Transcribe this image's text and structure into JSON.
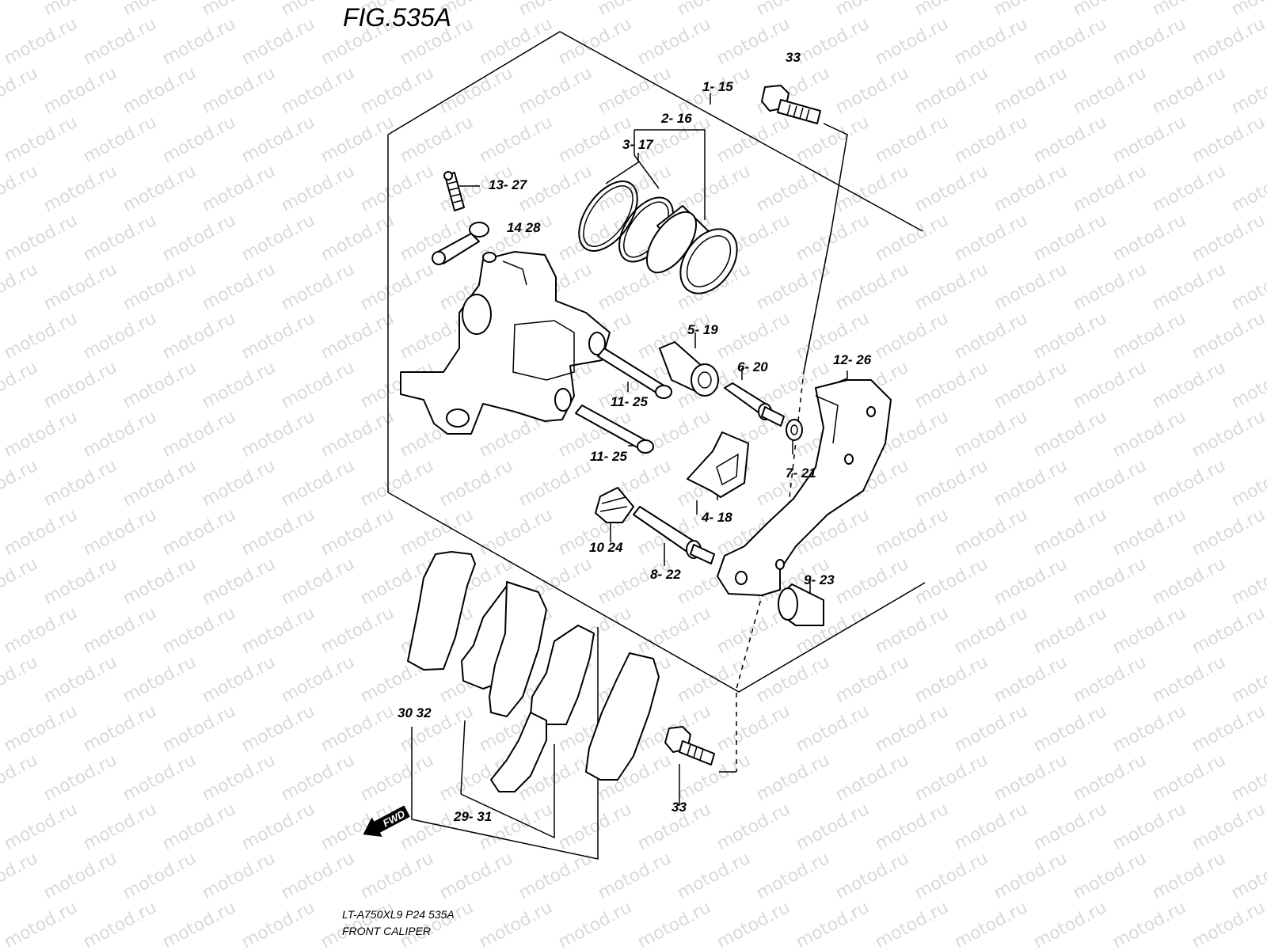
{
  "figure": {
    "title": "FIG.535A",
    "model_code": "LT-A750XL9  P24  535A",
    "caption": "FRONT CALIPER",
    "fwd_label": "FWD"
  },
  "watermark": {
    "text": "motod.ru"
  },
  "callouts": [
    {
      "id": "c-1-15",
      "text": "1- 15"
    },
    {
      "id": "c-2-16",
      "text": "2- 16"
    },
    {
      "id": "c-3-17",
      "text": "3- 17"
    },
    {
      "id": "c-4-18",
      "text": "4- 18"
    },
    {
      "id": "c-5-19",
      "text": "5- 19"
    },
    {
      "id": "c-6-20",
      "text": "6- 20"
    },
    {
      "id": "c-7-21",
      "text": "7- 21"
    },
    {
      "id": "c-8-22",
      "text": "8- 22"
    },
    {
      "id": "c-9-23",
      "text": "9- 23"
    },
    {
      "id": "c-10-24",
      "text": "10 24"
    },
    {
      "id": "c-11-25a",
      "text": "11- 25"
    },
    {
      "id": "c-11-25b",
      "text": "11- 25"
    },
    {
      "id": "c-12-26",
      "text": "12- 26"
    },
    {
      "id": "c-13-27",
      "text": "13- 27"
    },
    {
      "id": "c-14-28",
      "text": "14 28"
    },
    {
      "id": "c-29-31",
      "text": "29- 31"
    },
    {
      "id": "c-30-32",
      "text": "30  32"
    },
    {
      "id": "c-33-top",
      "text": "33"
    },
    {
      "id": "c-33-bottom",
      "text": "33"
    }
  ],
  "colors": {
    "ink": "#000000",
    "watermark": "#d9d9d9",
    "background": "#ffffff"
  }
}
